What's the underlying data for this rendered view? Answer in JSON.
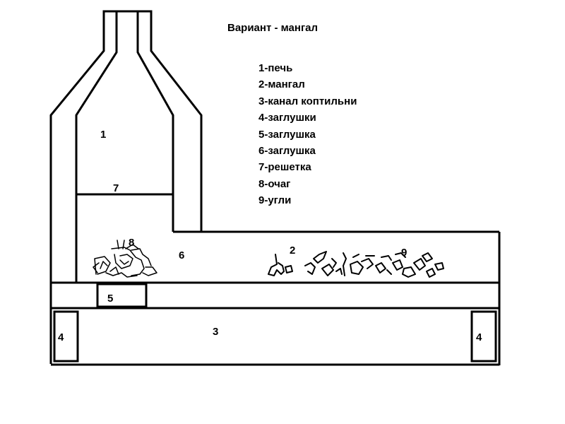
{
  "title": "Вариант - мангал",
  "legend": [
    "1-печь",
    "2-мангал",
    "3-канал коптильни",
    "4-заглушки",
    "5-заглушка",
    "6-заглушка",
    "7-решетка",
    "8-очаг",
    "9-угли"
  ],
  "labels": {
    "oven": "1",
    "grill": "2",
    "smoke_channel": "3",
    "plug_left": "4",
    "plug_right": "4",
    "plug_5": "5",
    "plug_6": "6",
    "grate": "7",
    "hearth": "8",
    "coals": "9"
  },
  "colors": {
    "stroke": "#000000",
    "background": "#ffffff"
  }
}
